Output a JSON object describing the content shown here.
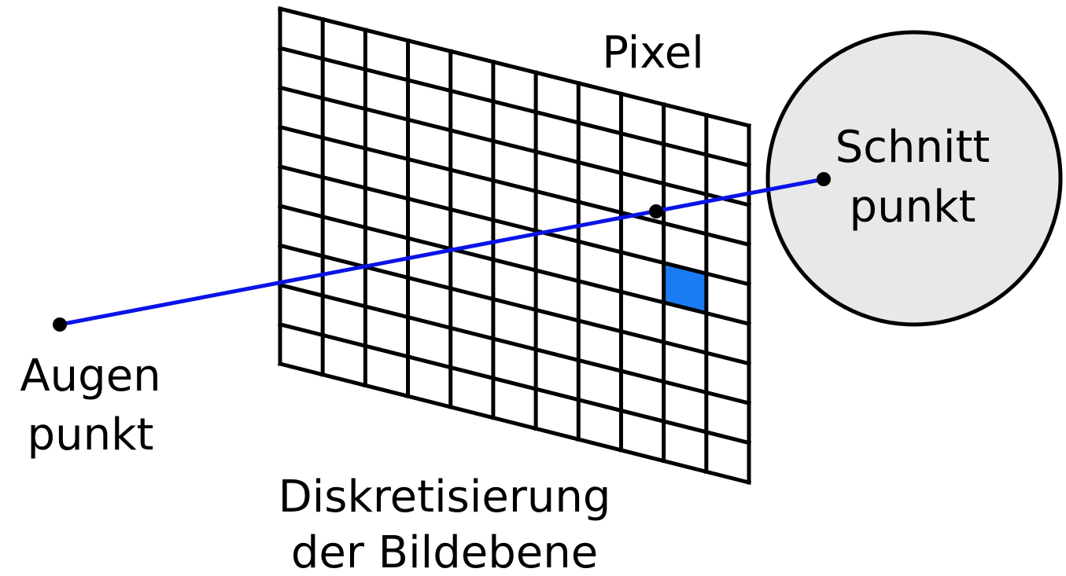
{
  "labels": {
    "pixel": "Pixel",
    "intersection_line1": "Schnitt",
    "intersection_line2": "punkt",
    "eye_line1": "Augen",
    "eye_line2": "punkt",
    "grid_line1": "Diskretisierung",
    "grid_line2": "der Bildebene"
  },
  "colors": {
    "ray": "#0a14e6",
    "highlighted_pixel": "#1a7cf2",
    "sphere_fill": "#e8e8e8",
    "grid_lines": "#000000"
  },
  "grid": {
    "columns": 11,
    "rows": 9,
    "highlighted_cell": {
      "column": 9,
      "row": 4
    }
  }
}
